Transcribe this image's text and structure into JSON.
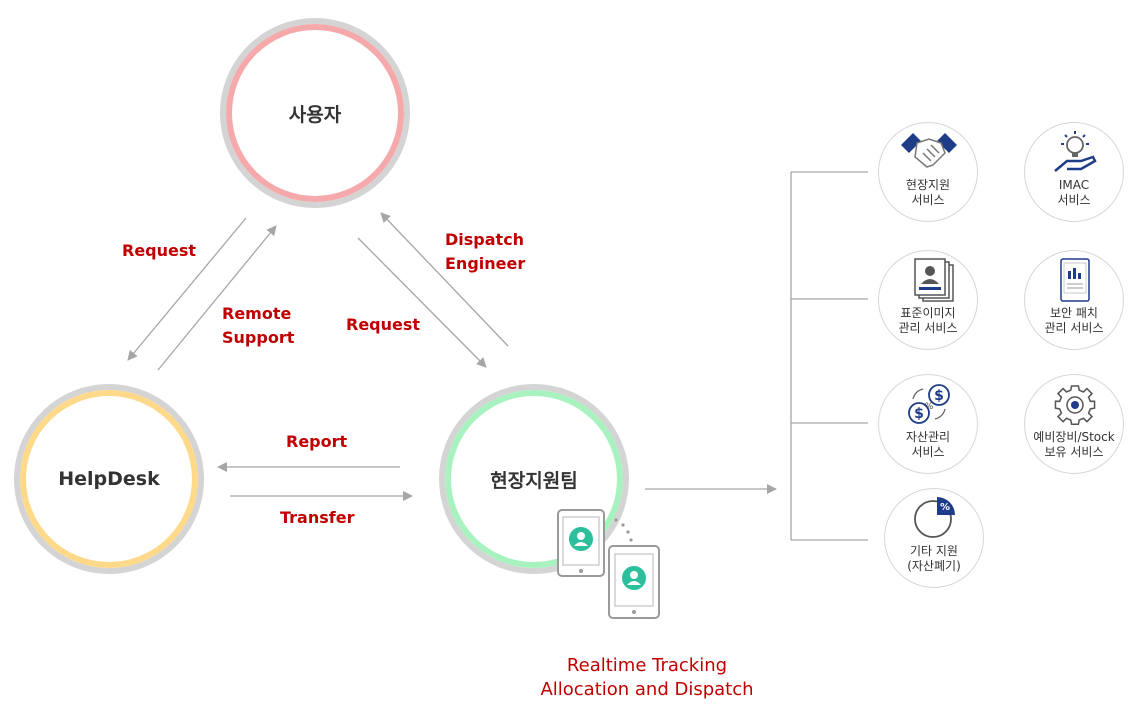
{
  "nodes": {
    "user": "사용자",
    "helpdesk": "HelpDesk",
    "field_team": "현장지원팀"
  },
  "edges": {
    "request_left": "Request",
    "remote_support_line1": "Remote",
    "remote_support_line2": "Support",
    "dispatch_line1": "Dispatch",
    "dispatch_line2": "Engineer",
    "request_right": "Request",
    "report": "Report",
    "transfer": "Transfer"
  },
  "services": [
    {
      "line1": "현장지원",
      "line2": "서비스",
      "icon": "handshake-icon"
    },
    {
      "line1": "IMAC",
      "line2": "서비스",
      "icon": "lightbulb-hand-icon"
    },
    {
      "line1": "표준이미지",
      "line2": "관리 서비스",
      "icon": "profile-document-icon"
    },
    {
      "line1": "보안 패치",
      "line2": "관리 서비스",
      "icon": "tablet-chart-icon"
    },
    {
      "line1": "자산관리",
      "line2": "서비스",
      "icon": "currency-exchange-icon"
    },
    {
      "line1": "예비장비/Stock",
      "line2": "보유 서비스",
      "icon": "gear-icon"
    },
    {
      "line1": "기타 지원",
      "line2": "(자산폐기)",
      "icon": "pie-percent-icon"
    }
  ],
  "footer": {
    "line1": "Realtime Tracking",
    "line2": "Allocation and Dispatch"
  },
  "colors": {
    "accent_red": "#c00000",
    "user_ring": "#f5a9ab",
    "helpdesk_ring": "#ffd98a",
    "field_ring": "#a8f2c0",
    "outer_ring": "#d4d4d4",
    "icon_navy": "#1f3c88"
  }
}
